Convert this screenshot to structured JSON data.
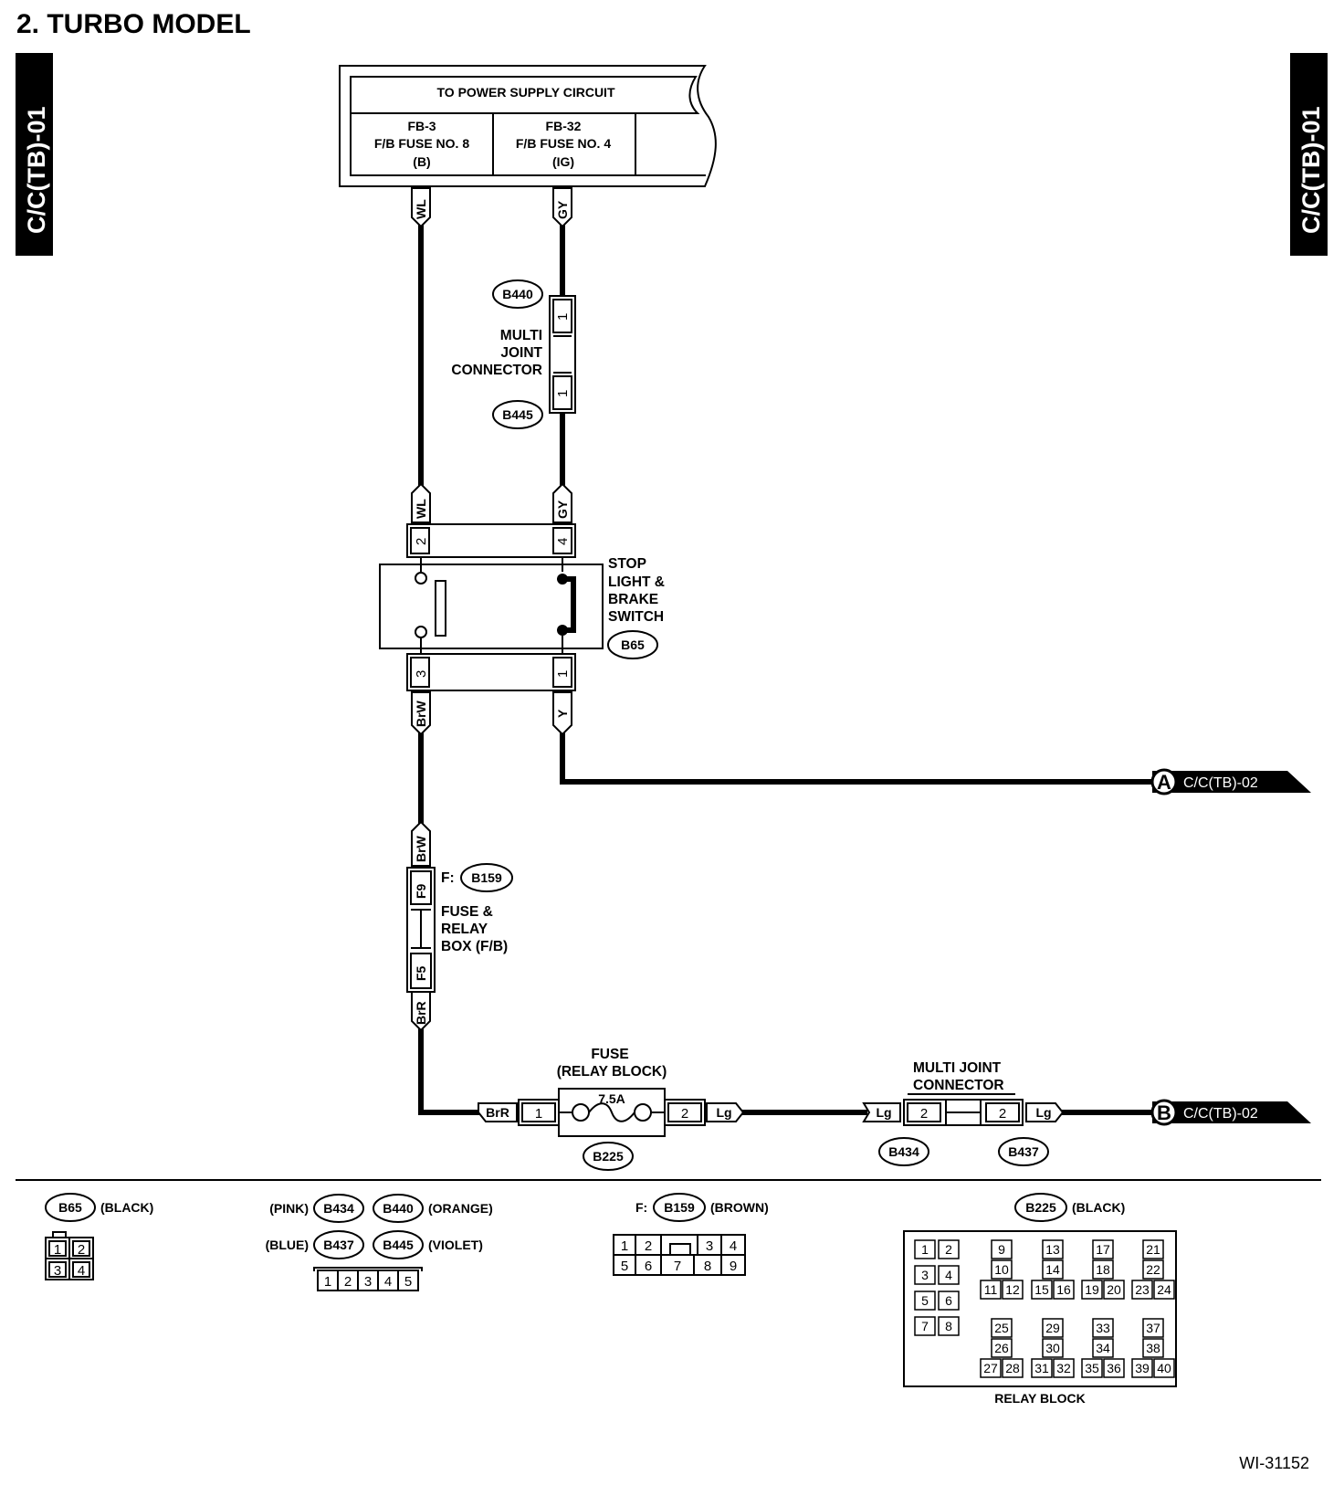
{
  "page": {
    "heading": "2.  TURBO MODEL",
    "side_tab": "C/C(TB)-01",
    "figure_id": "WI-31152"
  },
  "power_supply": {
    "title": "TO POWER SUPPLY CIRCUIT",
    "fuse_left": [
      "FB-3",
      "F/B FUSE NO. 8",
      "(B)"
    ],
    "fuse_right": [
      "FB-32",
      "F/B FUSE NO. 4",
      "(IG)"
    ]
  },
  "wires": {
    "wl": "WL",
    "gy": "GY",
    "brw": "BrW",
    "y": "Y",
    "brr": "BrR",
    "lg": "Lg"
  },
  "multi_joint_top": {
    "label": [
      "MULTI",
      "JOINT",
      "CONNECTOR"
    ],
    "conn_top": "B440",
    "conn_bottom": "B445",
    "pin": "1"
  },
  "brake_switch": {
    "label": [
      "STOP",
      "LIGHT &",
      "BRAKE",
      "SWITCH"
    ],
    "conn": "B65",
    "pins": {
      "top_left": "2",
      "top_right": "4",
      "bottom_left": "3",
      "bottom_right": "1"
    }
  },
  "fuse_relay_box": {
    "prefix": "F:",
    "conn": "B159",
    "label": [
      "FUSE &",
      "RELAY",
      "BOX (F/B)"
    ],
    "pin_top": "F9",
    "pin_bottom": "F5"
  },
  "relay_fuse": {
    "label": [
      "FUSE",
      "(RELAY BLOCK)"
    ],
    "rating": "7.5A",
    "conn": "B225",
    "pin_left": "1",
    "pin_right": "2"
  },
  "multi_joint_bottom": {
    "label": [
      "MULTI JOINT",
      "CONNECTOR"
    ],
    "conn_left": "B434",
    "conn_right": "B437",
    "pin": "2"
  },
  "connections": {
    "a": {
      "letter": "A",
      "target": "C/C(TB)-02"
    },
    "b": {
      "letter": "B",
      "target": "C/C(TB)-02"
    }
  },
  "legend": {
    "b65": {
      "conn": "B65",
      "color": "(BLACK)",
      "pins": [
        "1",
        "2",
        "3",
        "4"
      ]
    },
    "joint": {
      "pink": "(PINK)",
      "b434": "B434",
      "b440": "B440",
      "orange": "(ORANGE)",
      "blue": "(BLUE)",
      "b437": "B437",
      "b445": "B445",
      "violet": "(VIOLET)",
      "pins": [
        "1",
        "2",
        "3",
        "4",
        "5"
      ]
    },
    "b159": {
      "prefix": "F:",
      "conn": "B159",
      "color": "(BROWN)",
      "pins": [
        "1",
        "2",
        "3",
        "4",
        "5",
        "6",
        "7",
        "8",
        "9"
      ]
    },
    "b225": {
      "conn": "B225",
      "color": "(BLACK)",
      "caption": "RELAY BLOCK",
      "pins": [
        "1",
        "2",
        "3",
        "4",
        "5",
        "6",
        "7",
        "8",
        "9",
        "10",
        "11",
        "12",
        "13",
        "14",
        "15",
        "16",
        "17",
        "18",
        "19",
        "20",
        "21",
        "22",
        "23",
        "24",
        "25",
        "26",
        "27",
        "28",
        "29",
        "30",
        "31",
        "32",
        "33",
        "34",
        "35",
        "36",
        "37",
        "38",
        "39",
        "40"
      ]
    }
  }
}
